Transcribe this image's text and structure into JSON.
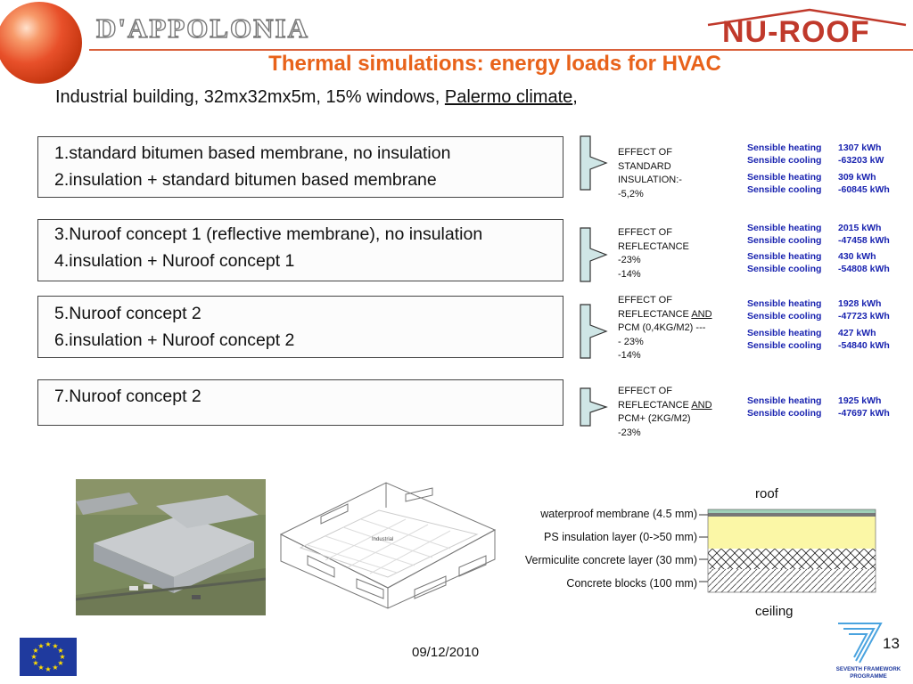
{
  "header": {
    "brand_left": "D'APPOLONIA",
    "brand_right": "NU-ROOF"
  },
  "title": "Thermal simulations: energy loads for HVAC",
  "subtitle": {
    "prefix": "Industrial building, 32mx32mx5m, 15% windows, ",
    "location": "Palermo climate",
    "suffix": ","
  },
  "groups": [
    {
      "lines": [
        "1.standard bitumen based membrane, no insulation",
        "2.insulation + standard bitumen based membrane"
      ],
      "effect_lines": [
        "EFFECT OF",
        "STANDARD",
        "INSULATION:-",
        "-5,2%"
      ],
      "results": [
        {
          "heating_label": "Sensible heating",
          "heating_value": "1307 kWh",
          "cooling_label": "Sensible cooling",
          "cooling_value": "-63203 kW"
        },
        {
          "heating_label": "Sensible heating",
          "heating_value": "309 kWh",
          "cooling_label": "Sensible cooling",
          "cooling_value": "-60845 kWh"
        }
      ]
    },
    {
      "lines": [
        "3.Nuroof concept 1 (reflective membrane), no insulation",
        "4.insulation + Nuroof concept 1"
      ],
      "effect_lines": [
        "EFFECT OF",
        "REFLECTANCE",
        "-23%",
        "-14%"
      ],
      "results": [
        {
          "heating_label": "Sensible heating",
          "heating_value": "2015 kWh",
          "cooling_label": "Sensible cooling",
          "cooling_value": "-47458 kWh"
        },
        {
          "heating_label": "Sensible heating",
          "heating_value": "430 kWh",
          "cooling_label": "Sensible cooling",
          "cooling_value": "-54808 kWh"
        }
      ]
    },
    {
      "lines": [
        "5.Nuroof concept 2",
        "6.insulation + Nuroof concept 2"
      ],
      "effect_lines": [
        "EFFECT OF",
        "REFLECTANCE ",
        "PCM  (0,4KG/M2) ---",
        "- 23%",
        "-14%"
      ],
      "effect_and": "AND",
      "results": [
        {
          "heating_label": "Sensible heating",
          "heating_value": "1928 kWh",
          "cooling_label": "Sensible cooling",
          "cooling_value": "-47723 kWh"
        },
        {
          "heating_label": "Sensible heating",
          "heating_value": "427 kWh",
          "cooling_label": "Sensible cooling",
          "cooling_value": "-54840 kWh"
        }
      ]
    },
    {
      "lines": [
        "7.Nuroof concept 2"
      ],
      "effect_lines": [
        "EFFECT OF",
        "REFLECTANCE ",
        "PCM+ (2KG/M2)",
        "-23%"
      ],
      "effect_and": "AND",
      "results": [
        {
          "heating_label": "Sensible heating",
          "heating_value": "1925 kWh",
          "cooling_label": "Sensible cooling",
          "cooling_value": "-47697 kWh"
        }
      ]
    }
  ],
  "model_label": "Industrial",
  "layers": {
    "top_label": "roof",
    "bottom_label": "ceiling",
    "items": [
      "waterproof membrane (4.5 mm)",
      "PS insulation layer (0->50 mm)",
      "Vermiculite concrete layer (30 mm)",
      "Concrete blocks (100 mm)"
    ]
  },
  "footer": {
    "date": "09/12/2010",
    "page": "13",
    "program_line1": "SEVENTH FRAMEWORK",
    "program_line2": "PROGRAMME"
  },
  "colors": {
    "title": "#e8621a",
    "results": "#1a24b0",
    "brace": "#cfe6e6",
    "accent": "#d9603a"
  }
}
